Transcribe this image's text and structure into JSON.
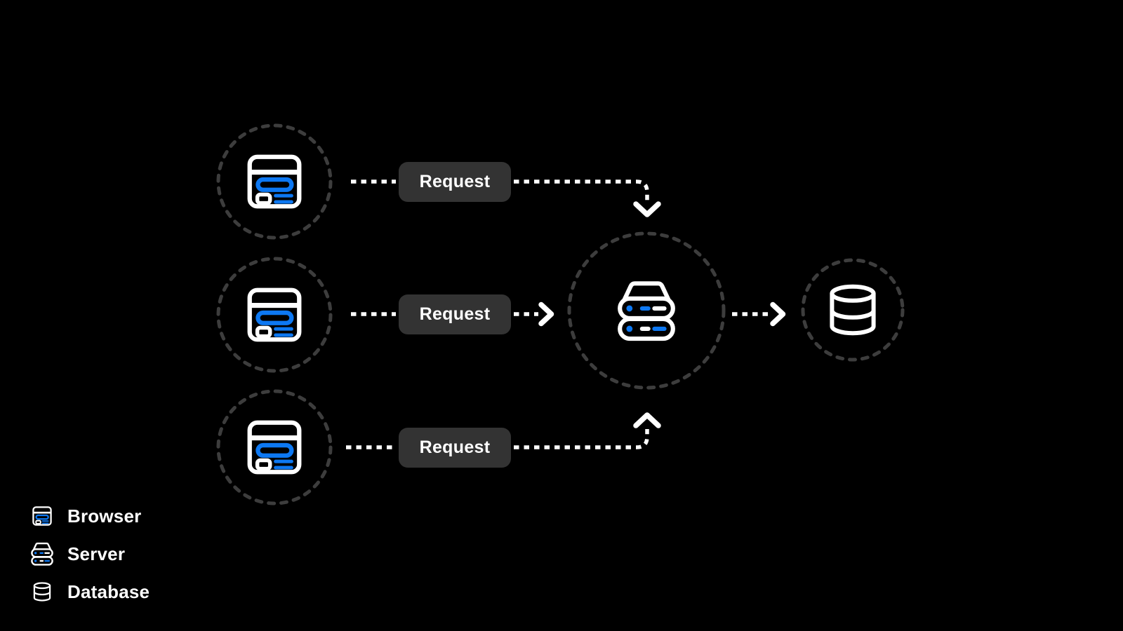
{
  "colors": {
    "background": "#000000",
    "accent_blue": "#0d78f2",
    "request_badge_bg": "#333333",
    "node_dash_gray": "#3d3d3d",
    "wire_white": "#ffffff"
  },
  "flow": {
    "clients": [
      {
        "icon": "browser-icon",
        "request_label": "Request"
      },
      {
        "icon": "browser-icon",
        "request_label": "Request"
      },
      {
        "icon": "browser-icon",
        "request_label": "Request"
      }
    ],
    "server": {
      "icon": "server-icon"
    },
    "database": {
      "icon": "database-icon"
    }
  },
  "legend": {
    "items": [
      {
        "icon": "browser-icon",
        "label": "Browser"
      },
      {
        "icon": "server-icon",
        "label": "Server"
      },
      {
        "icon": "database-icon",
        "label": "Database"
      }
    ]
  }
}
